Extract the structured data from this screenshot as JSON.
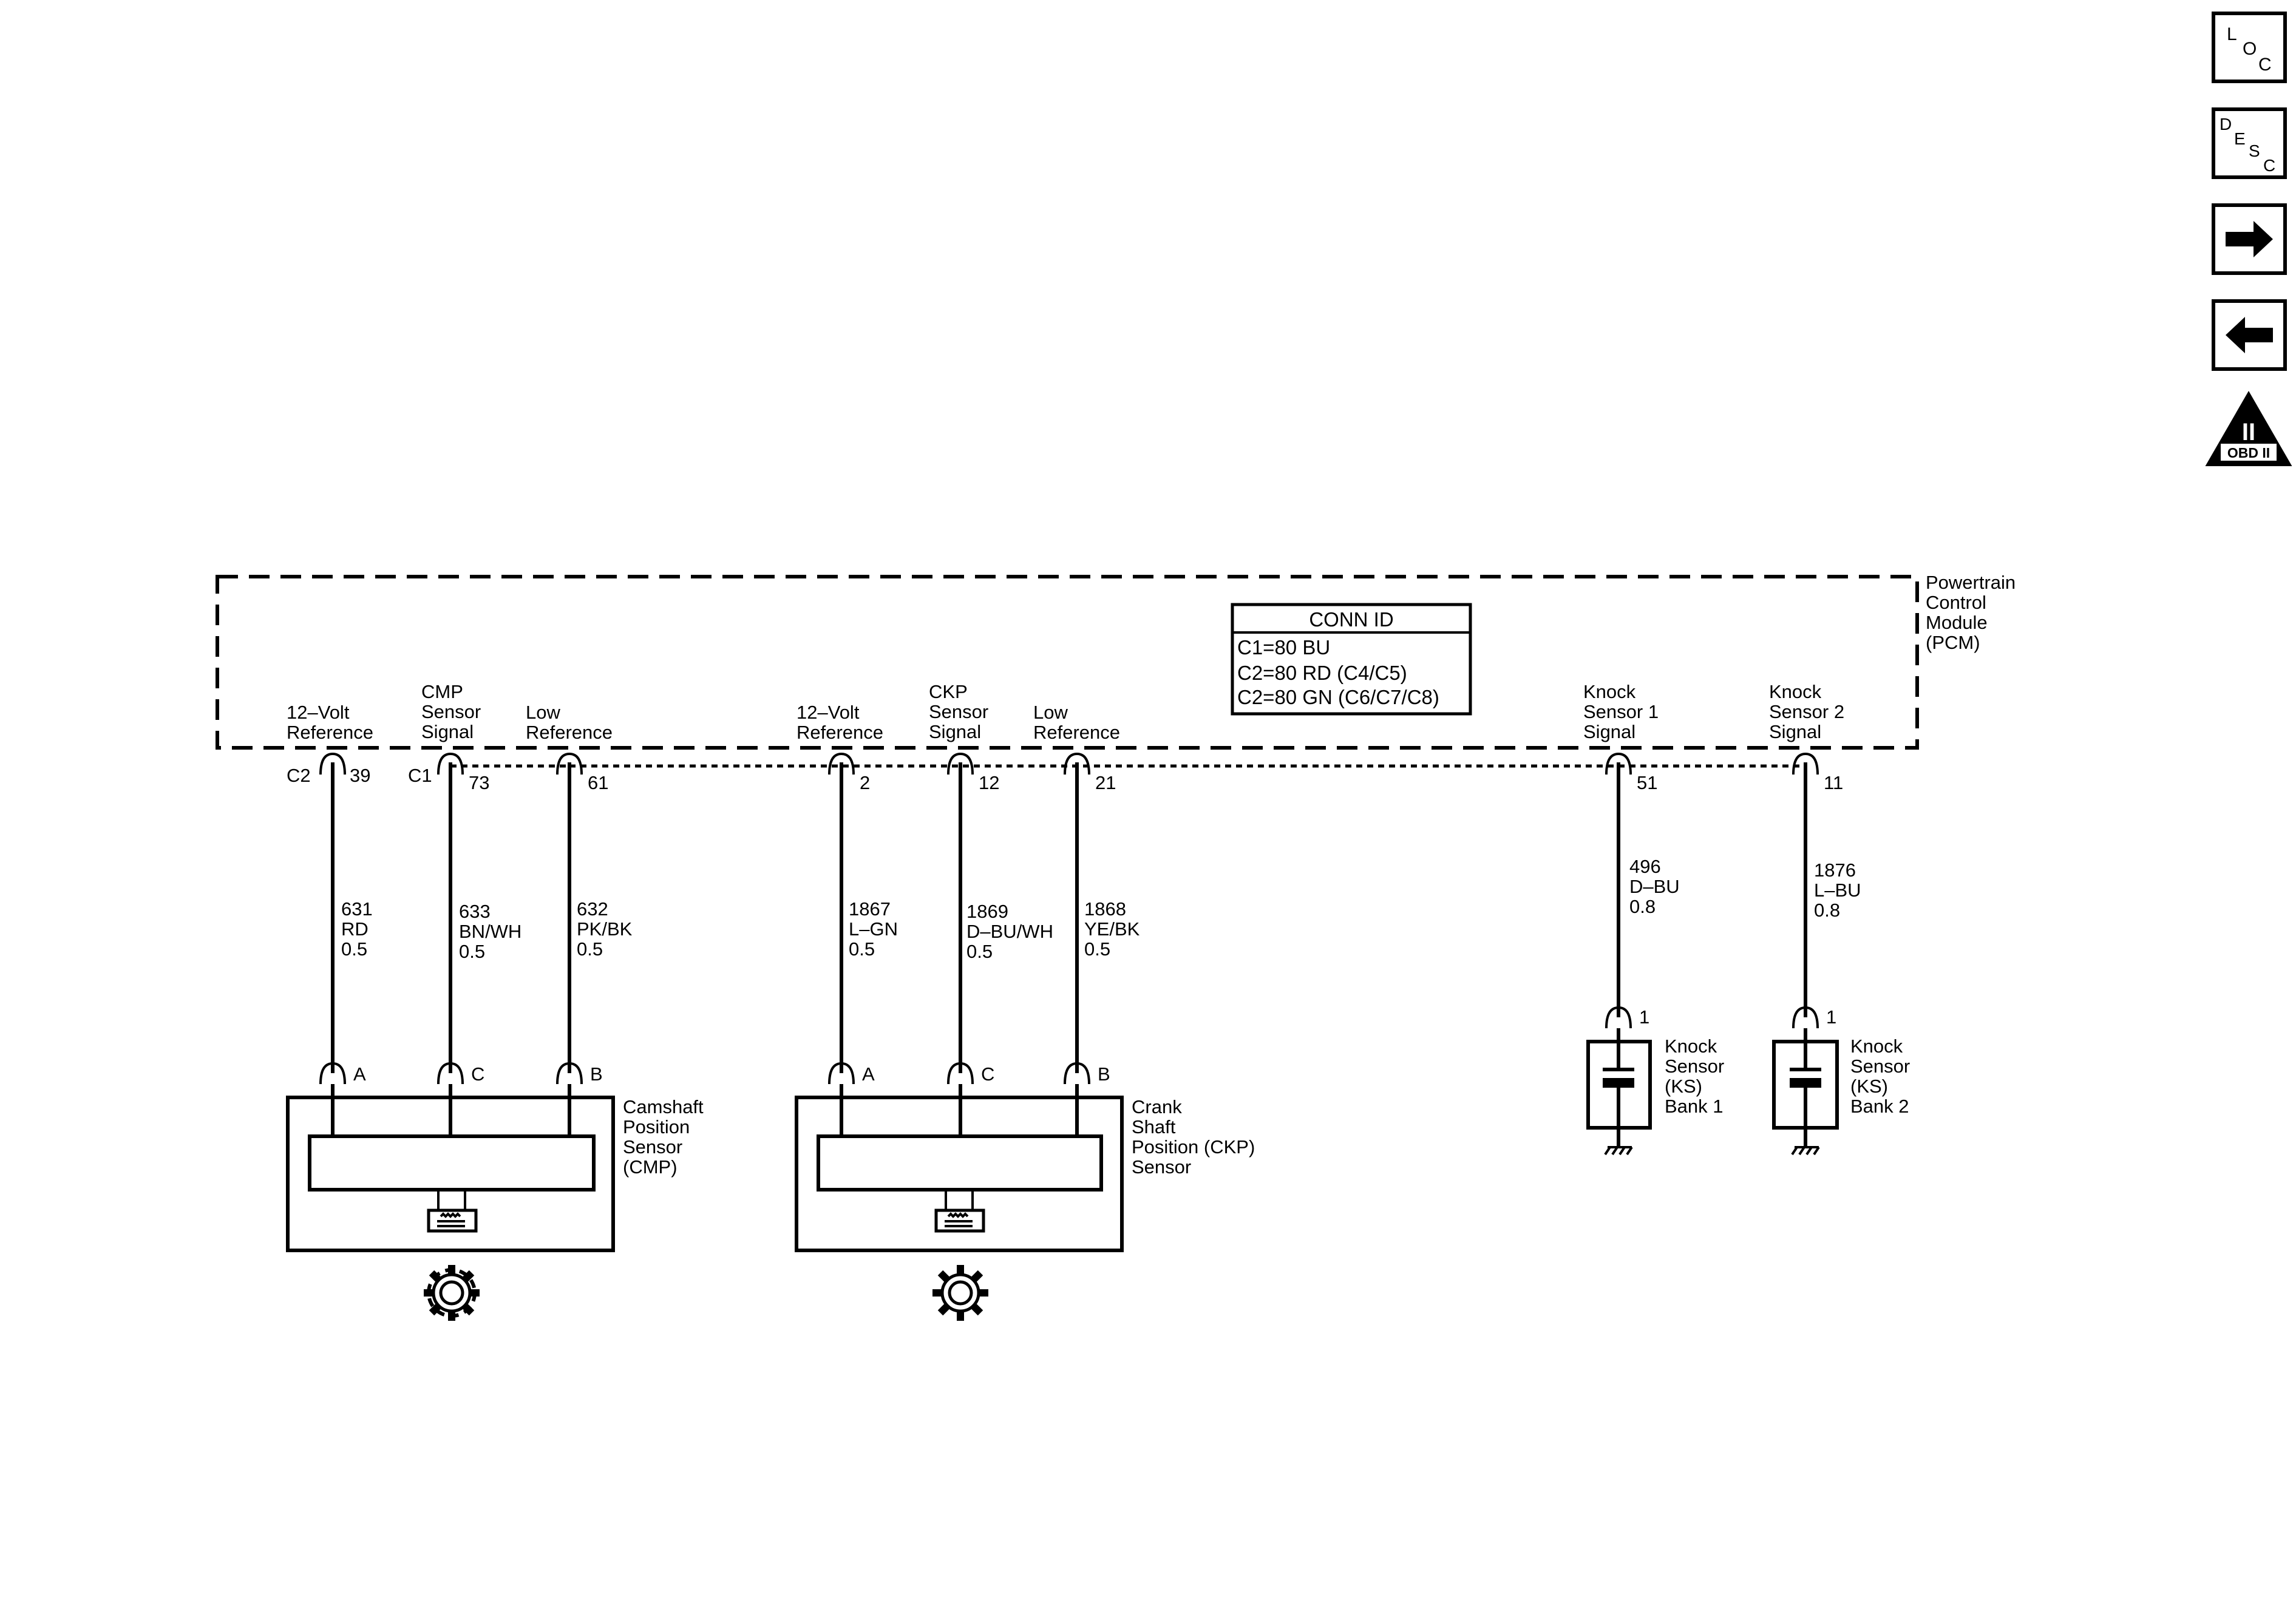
{
  "pcm": {
    "label": [
      "Powertrain",
      "Control",
      "Module",
      "(PCM)"
    ],
    "conn_id": {
      "header": "CONN ID",
      "lines": [
        "C1=80 BU",
        "C2=80 RD (C4/C5)",
        "C2=80 GN (C6/C7/C8)"
      ]
    }
  },
  "circuits": {
    "cmp_ref": {
      "pin_label": [
        "12–Volt",
        "Reference"
      ],
      "conn": "C2",
      "pin": "39",
      "wire": [
        "631",
        "RD",
        "0.5"
      ],
      "sensor_pin": "A"
    },
    "cmp_sig": {
      "pin_label": [
        "CMP",
        "Sensor",
        "Signal"
      ],
      "conn": "C1",
      "pin": "73",
      "wire": [
        "633",
        "BN/WH",
        "0.5"
      ],
      "sensor_pin": "C"
    },
    "cmp_low": {
      "pin_label": [
        "Low",
        "Reference"
      ],
      "pin": "61",
      "wire": [
        "632",
        "PK/BK",
        "0.5"
      ],
      "sensor_pin": "B"
    },
    "ckp_ref": {
      "pin_label": [
        "12–Volt",
        "Reference"
      ],
      "pin": "2",
      "wire": [
        "1867",
        "L–GN",
        "0.5"
      ],
      "sensor_pin": "A"
    },
    "ckp_sig": {
      "pin_label": [
        "CKP",
        "Sensor",
        "Signal"
      ],
      "pin": "12",
      "wire": [
        "1869",
        "D–BU/WH",
        "0.5"
      ],
      "sensor_pin": "C"
    },
    "ckp_low": {
      "pin_label": [
        "Low",
        "Reference"
      ],
      "pin": "21",
      "wire": [
        "1868",
        "YE/BK",
        "0.5"
      ],
      "sensor_pin": "B"
    },
    "ks1": {
      "pin_label": [
        "Knock",
        "Sensor 1",
        "Signal"
      ],
      "pin": "51",
      "wire": [
        "496",
        "D–BU",
        "0.8"
      ],
      "sensor_pin": "1"
    },
    "ks2": {
      "pin_label": [
        "Knock",
        "Sensor 2",
        "Signal"
      ],
      "pin": "11",
      "wire": [
        "1876",
        "L–BU",
        "0.8"
      ],
      "sensor_pin": "1"
    }
  },
  "components": {
    "cmp": [
      "Camshaft",
      "Position",
      "Sensor",
      "(CMP)"
    ],
    "ckp": [
      "Crank",
      "Shaft",
      "Position (CKP)",
      "Sensor"
    ],
    "ks1": [
      "Knock",
      "Sensor",
      "(KS)",
      "Bank 1"
    ],
    "ks2": [
      "Knock",
      "Sensor",
      "(KS)",
      "Bank 2"
    ]
  },
  "nav": {
    "loc": [
      "L",
      "O",
      "C"
    ],
    "desc": [
      "D",
      "E",
      "S",
      "C"
    ],
    "obd": {
      "top": "II",
      "bottom": "OBD II"
    },
    "icons": {
      "next": "right-arrow-icon",
      "prev": "left-arrow-icon"
    }
  }
}
